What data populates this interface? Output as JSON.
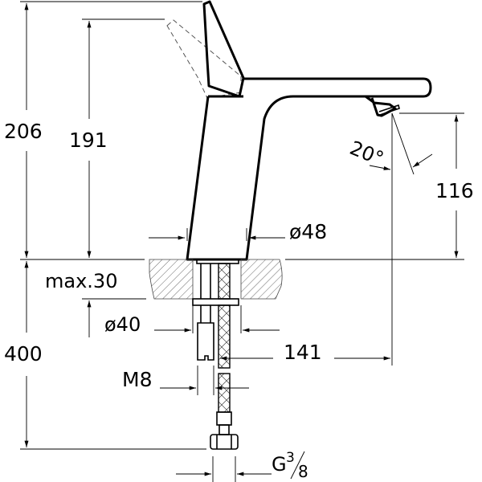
{
  "drawing": {
    "title": "Basin mixer technical dimension drawing",
    "background_color": "#ffffff",
    "line_color": "#000000"
  },
  "dimensions": {
    "total_height": "206",
    "lever_height": "191",
    "spout_height": "116",
    "spout_angle": "20°",
    "body_diameter": "ø48",
    "max_deck_thickness": "max.30",
    "hole_diameter": "ø40",
    "below_deck_length": "400",
    "spout_reach": "141",
    "fixing_thread": "M8",
    "connection_thread_prefix": "G",
    "connection_thread_num": "3",
    "connection_thread_den": "8"
  }
}
